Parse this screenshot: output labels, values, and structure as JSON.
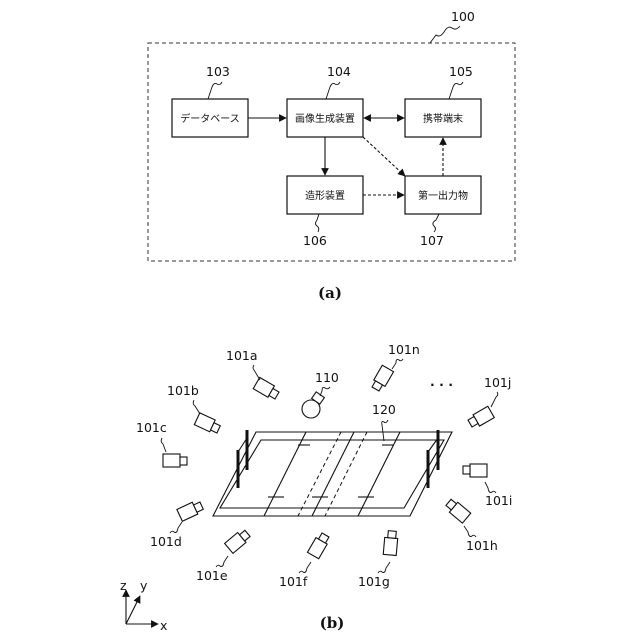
{
  "panel_a": {
    "system_ref": "100",
    "boxes": {
      "database": {
        "ref": "103",
        "label": "データベース"
      },
      "image_generator": {
        "ref": "104",
        "label": "画像生成装置"
      },
      "mobile_terminal": {
        "ref": "105",
        "label": "携帯端末"
      },
      "modeling_device": {
        "ref": "106",
        "label": "造形装置"
      },
      "first_output": {
        "ref": "107",
        "label": "第一出力物"
      }
    },
    "caption": "(a)"
  },
  "panel_b": {
    "cameras": {
      "a": "101a",
      "b": "101b",
      "c": "101c",
      "d": "101d",
      "e": "101e",
      "f": "101f",
      "g": "101g",
      "h": "101h",
      "i": "101i",
      "j": "101j",
      "n": "101n"
    },
    "ellipsis": ". . .",
    "light_ref": "110",
    "court_ref": "120",
    "axes": {
      "z": "z",
      "y": "y",
      "x": "x"
    },
    "caption": "(b)"
  }
}
